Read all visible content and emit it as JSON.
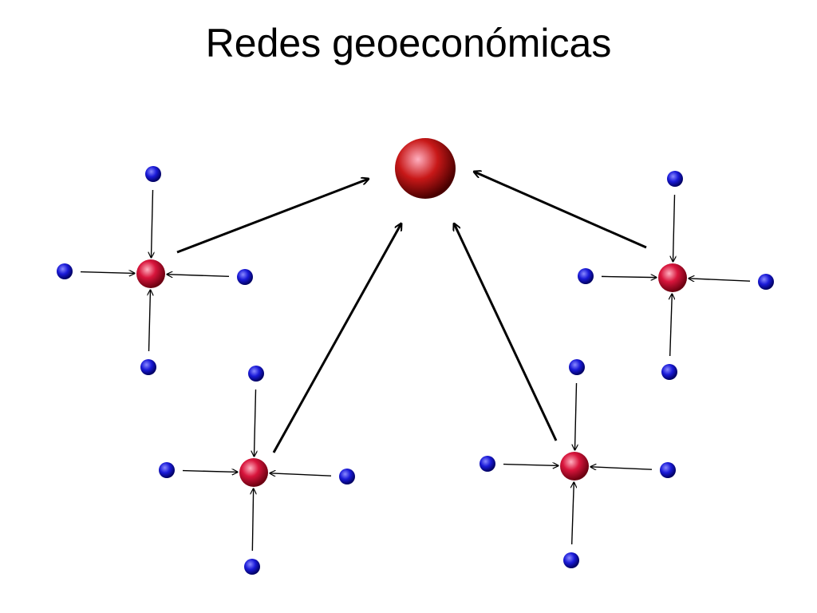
{
  "title": "Redes geoeconómicas",
  "colors": {
    "background": "#ffffff",
    "arrow": "#000000",
    "red_node": "#d8153c",
    "red_node_highlight": "#ffb0c0",
    "red_node_shadow": "#6a0010",
    "hub_node": "#c81818",
    "hub_node_shadow": "#4a0000",
    "blue_node": "#1a1ad8",
    "blue_node_highlight": "#8a8aff",
    "blue_node_shadow": "#000060"
  },
  "diagram": {
    "hub": {
      "name": "central-hub",
      "kind": "hub"
    },
    "clusters": [
      {
        "name": "cluster-top-left"
      },
      {
        "name": "cluster-bottom-left"
      },
      {
        "name": "cluster-bottom-right"
      },
      {
        "name": "cluster-top-right"
      }
    ],
    "satellite_positions": [
      "top",
      "left",
      "right",
      "bottom"
    ]
  }
}
